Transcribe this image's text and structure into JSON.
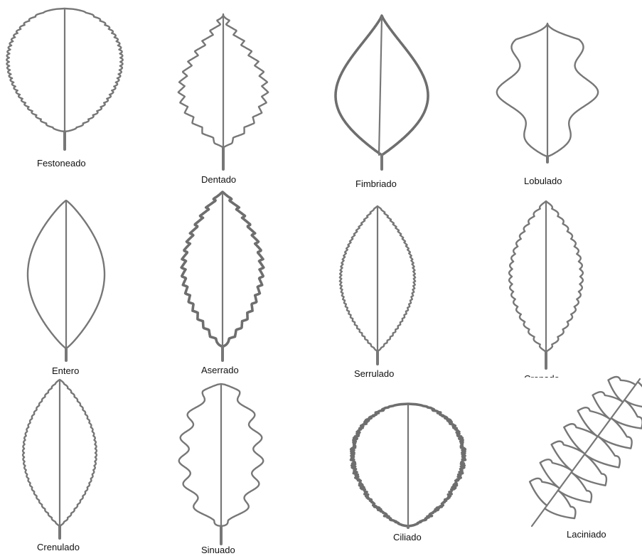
{
  "leaves": [
    {
      "id": "festoneado",
      "label": "Festoneado"
    },
    {
      "id": "dentado",
      "label": "Dentado"
    },
    {
      "id": "fimbriado",
      "label": "Fimbriado"
    },
    {
      "id": "lobulado",
      "label": "Lobulado"
    },
    {
      "id": "entero",
      "label": "Entero"
    },
    {
      "id": "aserrado",
      "label": "Aserrado"
    },
    {
      "id": "serrulado",
      "label": "Serrulado"
    },
    {
      "id": "crenado",
      "label": "Crenado"
    },
    {
      "id": "crenulado",
      "label": "Crenulado"
    },
    {
      "id": "sinuado",
      "label": "Sinuado"
    },
    {
      "id": "ciliado",
      "label": "Ciliado"
    },
    {
      "id": "laciniado",
      "label": "Laciniado"
    }
  ]
}
